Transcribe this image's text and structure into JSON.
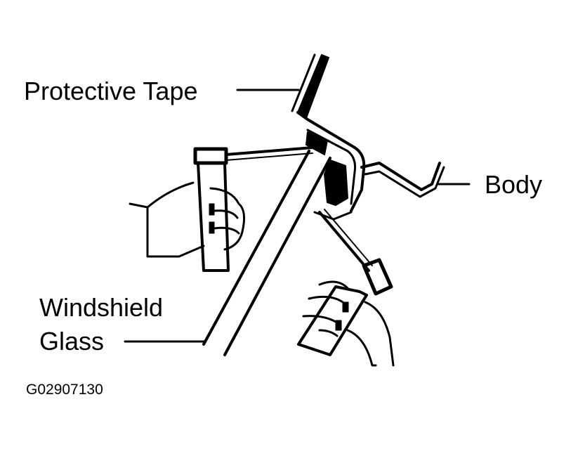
{
  "labels": {
    "protective_tape": "Protective Tape",
    "body": "Body",
    "windshield_line1": "Windshield",
    "windshield_line2": "Glass",
    "figure_code": "G02907130"
  },
  "colors": {
    "ink": "#000000",
    "paper": "#ffffff"
  }
}
